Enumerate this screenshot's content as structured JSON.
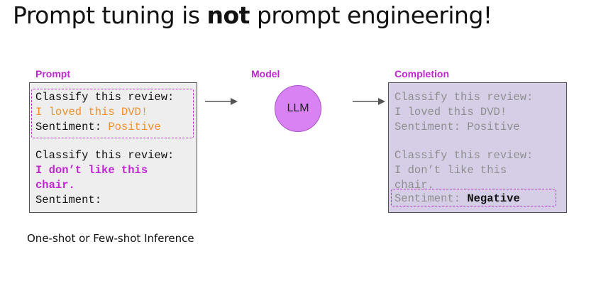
{
  "title": {
    "prefix": "Prompt tuning is ",
    "emphasis": "not",
    "suffix": " prompt engineering!"
  },
  "labels": {
    "prompt": "Prompt",
    "model": "Model",
    "completion": "Completion"
  },
  "model": {
    "name": "LLM"
  },
  "prompt_box": {
    "example": {
      "instruction": "Classify this review:",
      "review": "I loved this DVD!",
      "sentiment_label": "Sentiment:",
      "sentiment_value": "Positive"
    },
    "query": {
      "instruction": "Classify this review:",
      "review_line1": "I don’t like this",
      "review_line2": "chair.",
      "sentiment_label": "Sentiment:"
    }
  },
  "completion_box": {
    "lines": [
      "Classify this review:",
      "I loved this DVD!",
      "Sentiment: Positive",
      "Classify this review:",
      "I don’t like this",
      "chair."
    ],
    "sentiment_label": "Sentiment:",
    "answer": "Negative"
  },
  "caption": "One-shot or Few-shot Inference",
  "colors": {
    "accent_magenta": "#c026d3",
    "positive_orange": "#f0922b",
    "llm_circle": "#d882f3",
    "completion_bg": "#d6cde6",
    "completion_text": "#8f8f8f",
    "prompt_bg": "#eeeeee"
  }
}
